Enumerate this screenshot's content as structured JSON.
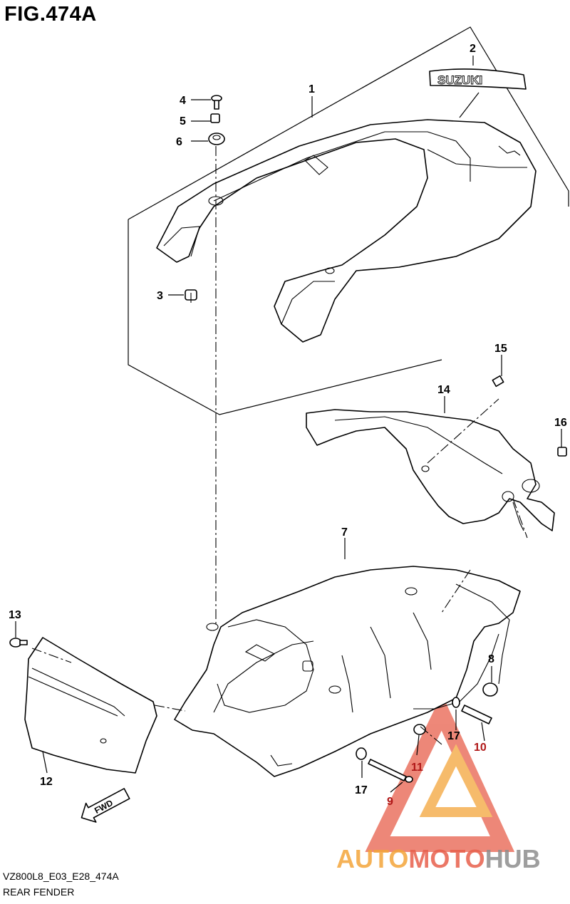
{
  "figure": {
    "title": "FIG.474A",
    "code": "VZ800L8_E03_E28_474A",
    "name": "REAR FENDER"
  },
  "emblem_text": "SUZUKI",
  "direction_label": "FWD",
  "parts": [
    {
      "id": "1",
      "label": "1"
    },
    {
      "id": "2",
      "label": "2"
    },
    {
      "id": "3",
      "label": "3"
    },
    {
      "id": "4",
      "label": "4"
    },
    {
      "id": "5",
      "label": "5"
    },
    {
      "id": "6",
      "label": "6"
    },
    {
      "id": "7",
      "label": "7"
    },
    {
      "id": "8",
      "label": "8"
    },
    {
      "id": "9",
      "label": "9"
    },
    {
      "id": "10",
      "label": "10"
    },
    {
      "id": "11",
      "label": "11"
    },
    {
      "id": "12",
      "label": "12"
    },
    {
      "id": "13",
      "label": "13"
    },
    {
      "id": "14",
      "label": "14"
    },
    {
      "id": "15",
      "label": "15"
    },
    {
      "id": "16",
      "label": "16"
    },
    {
      "id": "17",
      "label": "17"
    },
    {
      "id": "17b",
      "label": "17"
    }
  ],
  "watermark": {
    "part1": "AUTO",
    "part2": "MOTO",
    "part3": "HUB",
    "colors": {
      "orange": "#f4a53a",
      "red": "#e8604c",
      "gray": "#8e8e8e"
    }
  }
}
